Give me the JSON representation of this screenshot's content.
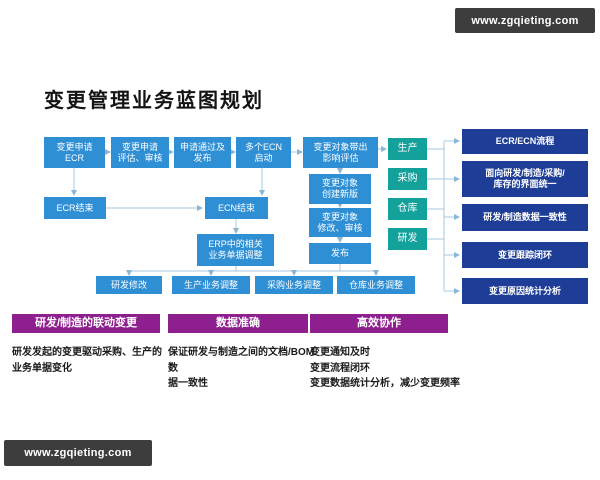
{
  "watermark_top": "www.zgqieting.com",
  "watermark_bottom": "www.zgqieting.com",
  "title": "变更管理业务蓝图规划",
  "flow": {
    "top_row": [
      {
        "label": "变更申请\nECR"
      },
      {
        "label": "变更申请\n评估、审核"
      },
      {
        "label": "申请通过及\n发布"
      },
      {
        "label": "多个ECN\n启动"
      },
      {
        "label": "变更对象带出\n影响评估"
      }
    ],
    "dept_column": [
      {
        "label": "生产"
      },
      {
        "label": "采购"
      },
      {
        "label": "仓库"
      },
      {
        "label": "研发"
      }
    ],
    "mid": {
      "ecr_end": "ECR结束",
      "ecn_end": "ECN结束",
      "create_version": "变更对象\n创建新版",
      "modify_review": "变更对象\n修改、审核",
      "erp_adjust": "ERP中的相关\n业务单据调整",
      "publish": "发布"
    },
    "adjust_row": [
      {
        "label": "研发修改"
      },
      {
        "label": "生产业务调整"
      },
      {
        "label": "采购业务调整"
      },
      {
        "label": "仓库业务调整"
      }
    ],
    "value_column": [
      {
        "label": "ECR/ECN流程"
      },
      {
        "label": "面向研发/制造/采购/\n库存的界面统一"
      },
      {
        "label": "研发/制造数据一致性"
      },
      {
        "label": "变更跟踪闭环"
      },
      {
        "label": "变更原因统计分析"
      }
    ]
  },
  "benefits": [
    {
      "header": "研发/制造的联动变更",
      "body": "研发发起的变更驱动采购、生产的\n业务单据变化"
    },
    {
      "header": "数据准确",
      "body": "保证研发与制造之间的文档/BOM数\n据一致性"
    },
    {
      "header": "高效协作",
      "body": "变更通知及时\n变更流程闭环\n变更数据统计分析，减少变更频率"
    }
  ],
  "colors": {
    "box_blue": "#2e8fd5",
    "box_teal": "#12a19b",
    "box_navy": "#1e3d96",
    "header_purple": "#8e1f8e",
    "arrow": "#a9c7e0"
  }
}
